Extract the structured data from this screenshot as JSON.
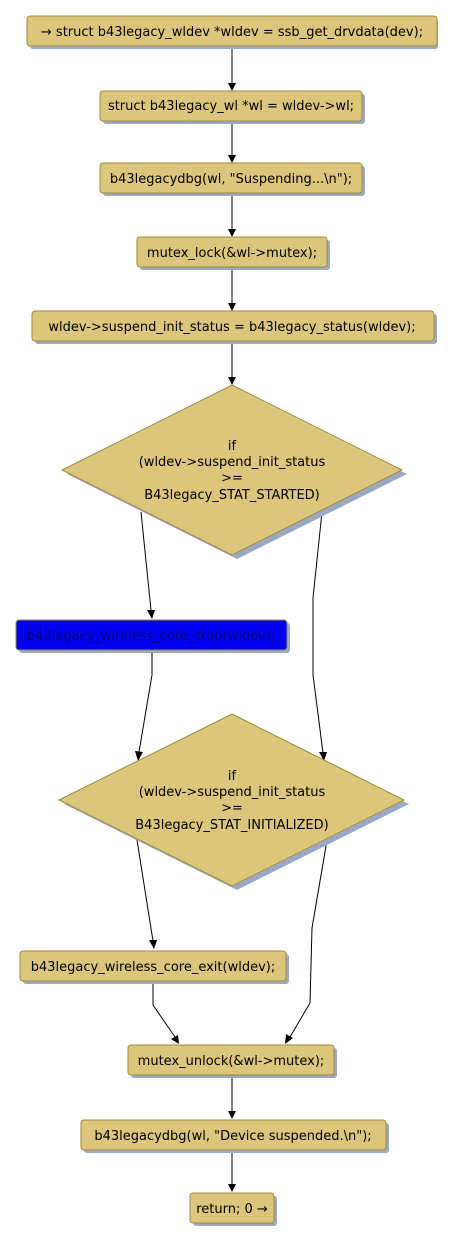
{
  "colors": {
    "node_fill": "#dcc67c",
    "node_stroke": "#a08a3e",
    "shadow": "#9aaac4",
    "highlight_fill": "#0000ee",
    "highlight_text": "#00007a",
    "edge": "#000000"
  },
  "nodes": {
    "n1": "→ struct b43legacy_wldev *wldev = ssb_get_drvdata(dev);",
    "n2": "struct b43legacy_wl *wl = wldev->wl;",
    "n3": "b43legacydbg(wl, \"Suspending...\\n\");",
    "n4": "mutex_lock(&wl->mutex);",
    "n5": "wldev->suspend_init_status = b43legacy_status(wldev);",
    "d1": [
      "if",
      "(wldev->suspend_init_status",
      ">=",
      "B43legacy_STAT_STARTED)"
    ],
    "n6": "b43legacy_wireless_core_stop(wldev);",
    "d2": [
      "if",
      "(wldev->suspend_init_status",
      ">=",
      "B43legacy_STAT_INITIALIZED)"
    ],
    "n7": "b43legacy_wireless_core_exit(wldev);",
    "n8": "mutex_unlock(&wl->mutex);",
    "n9": "b43legacydbg(wl, \"Device suspended.\\n\");",
    "n10": "return; 0 →"
  }
}
